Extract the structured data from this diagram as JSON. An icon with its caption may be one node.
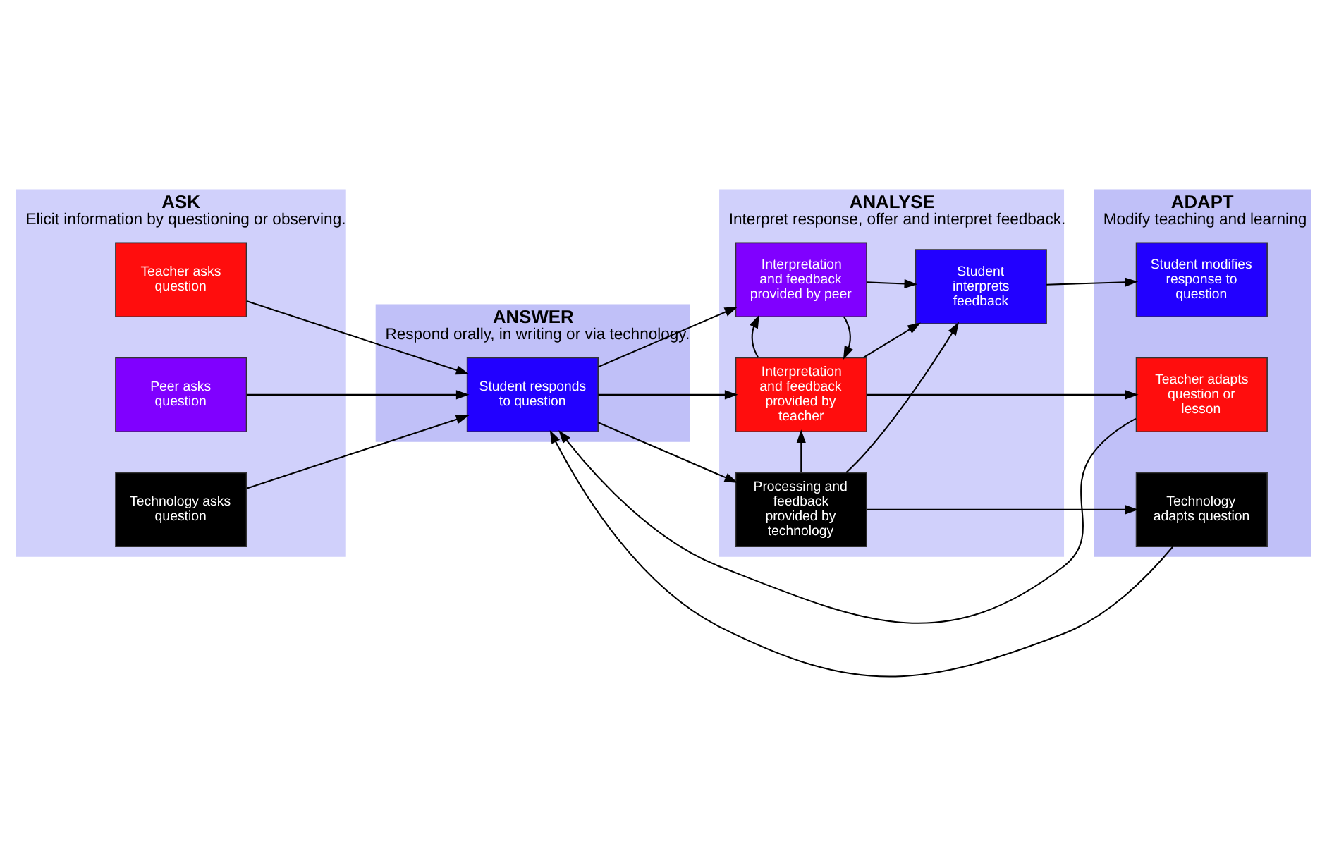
{
  "diagram": {
    "nodes": [
      {
        "text": [
          "ASK",
          "Elicit information by questioning or observing."
        ]
      },
      {
        "text": [
          "ANSWER",
          "Respond orally, in writing or via technology."
        ]
      },
      {
        "text": [
          "ANALYSE",
          "Interpret response, offer and interpret feedback."
        ]
      },
      {
        "text": [
          "ADAPT",
          "Modify teaching and learning"
        ]
      },
      {
        "text": [
          "Teacher asks question"
        ],
        "in": 0
      },
      {
        "text": [
          "Peer asks question"
        ],
        "in": 0
      },
      {
        "text": [
          "Technology asks question"
        ],
        "in": 0
      },
      {
        "text": [
          "Student responds to question"
        ],
        "in": 1
      },
      {
        "text": [
          "Interpretation and feedback provided by teacher"
        ],
        "in": 2
      },
      {
        "text": [
          "Interpretation and feedback provided by peer"
        ],
        "in": 2
      },
      {
        "text": [
          "Student interprets feedback"
        ],
        "in": 2
      },
      {
        "text": [
          "Processing and feedback provided by technology"
        ],
        "in": 2
      },
      {
        "text": [
          "Teacher adapts question or lesson"
        ],
        "in": 3
      },
      {
        "text": [
          "Student modifies response to question"
        ],
        "in": 3
      },
      {
        "text": [
          "Technology adapts question"
        ],
        "in": 3
      }
    ],
    "edges": [
      {
        "from": 4,
        "to": 7,
        "arrow": "to"
      },
      {
        "from": 5,
        "to": 7,
        "arrow": "to"
      },
      {
        "from": 6,
        "to": 7,
        "arrow": "to"
      },
      {
        "from": 12,
        "to": 7,
        "arrow": "to"
      },
      {
        "from": 14,
        "to": 7,
        "arrow": "to"
      },
      {
        "from": 7,
        "to": 8,
        "arrow": "to"
      },
      {
        "from": 7,
        "to": 9,
        "arrow": "to"
      },
      {
        "from": 7,
        "to": 11,
        "arrow": "to"
      },
      {
        "from": 9,
        "to": 8,
        "arrow": "to"
      },
      {
        "from": 8,
        "to": 9,
        "arrow": "to"
      },
      {
        "from": 11,
        "to": 8,
        "arrow": "to"
      },
      {
        "from": 8,
        "to": 12,
        "arrow": "to"
      },
      {
        "from": 8,
        "to": 10,
        "arrow": "to"
      },
      {
        "from": 9,
        "to": 10,
        "arrow": "to"
      },
      {
        "from": 11,
        "to": 10,
        "arrow": "to"
      },
      {
        "from": 10,
        "to": 13,
        "arrow": "to"
      },
      {
        "from": 11,
        "to": 14,
        "arrow": "to"
      }
    ]
  }
}
